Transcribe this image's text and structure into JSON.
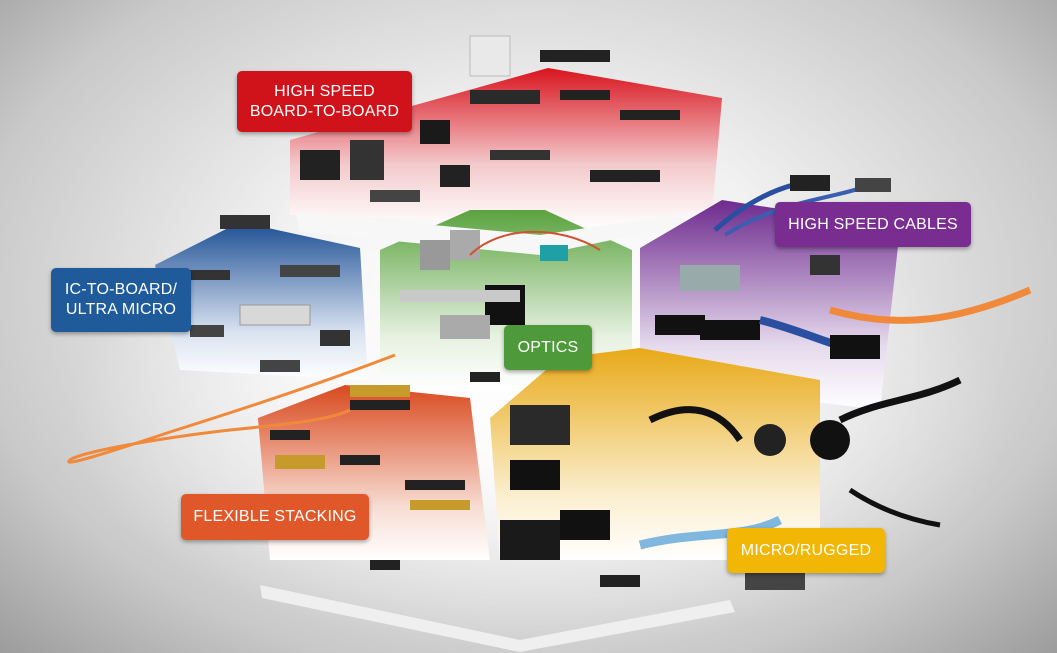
{
  "categories": {
    "high_speed_b2b": {
      "line1": "HIGH SPEED",
      "line2": "BOARD-TO-BOARD",
      "color": "#d0121b"
    },
    "high_speed_cables": {
      "label": "HIGH SPEED CABLES",
      "color": "#7a2d91"
    },
    "ic_to_board": {
      "line1": "IC-TO-BOARD/",
      "line2": "ULTRA MICRO",
      "color": "#1f5a9a"
    },
    "optics": {
      "label": "OPTICS",
      "color": "#4e9a3b"
    },
    "flexible_stacking": {
      "label": "FLEXIBLE STACKING",
      "color": "#e0582a"
    },
    "micro_rugged": {
      "label": "MICRO/RUGGED",
      "color": "#f2b705"
    }
  }
}
